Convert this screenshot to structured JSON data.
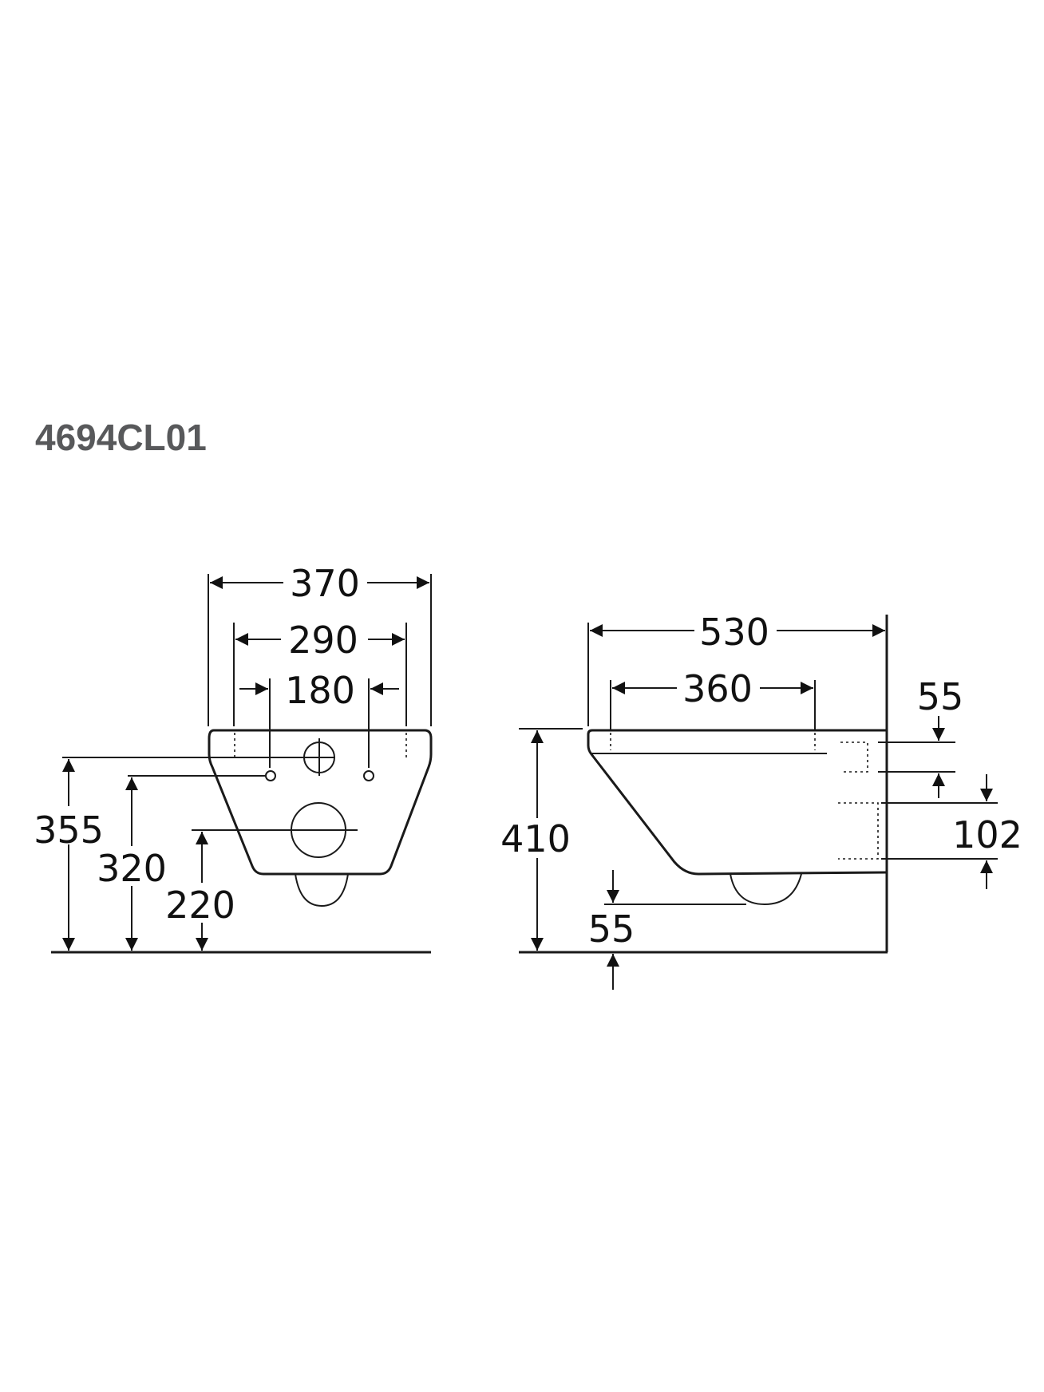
{
  "title": "4694CL01",
  "front_view": {
    "dim_370": "370",
    "dim_290": "290",
    "dim_180": "180",
    "dim_355": "355",
    "dim_320": "320",
    "dim_220": "220"
  },
  "side_view": {
    "dim_530": "530",
    "dim_360": "360",
    "dim_55_top": "55",
    "dim_102": "102",
    "dim_410": "410",
    "dim_55_bottom": "55"
  }
}
